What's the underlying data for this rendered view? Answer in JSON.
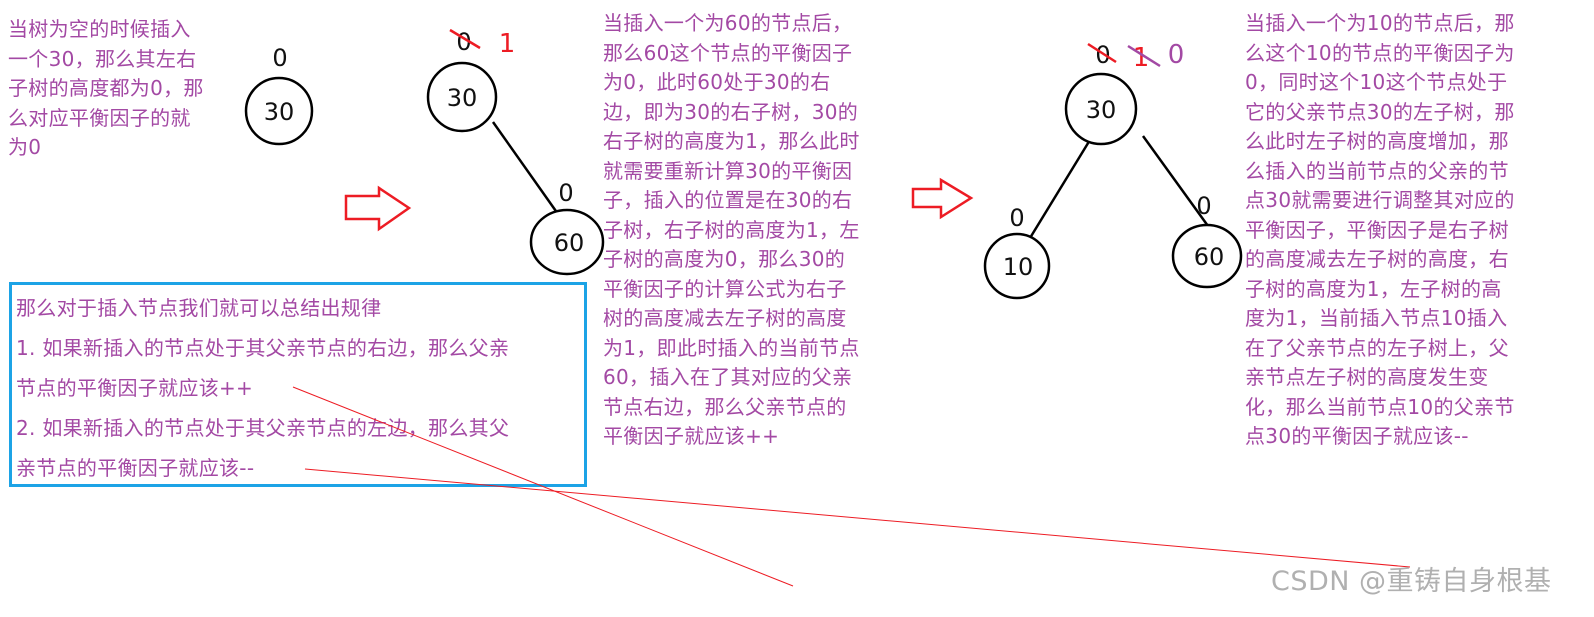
{
  "paragraphs": {
    "empty_tree": {
      "lines": [
        "当树为空的时候插入",
        "一个30，那么其左右",
        "子树的高度都为0，那",
        "么对应平衡因子的就",
        "为0"
      ]
    },
    "insert_60": {
      "lines": [
        "当插入一个为60的节点后，",
        "那么60这个节点的平衡因子",
        "为0，此时60处于30的右",
        "边，即为30的右子树，30的",
        "右子树的高度为1，那么此时",
        "就需要重新计算30的平衡因",
        "子，插入的位置是在30的右",
        "子树，右子树的高度为1，左",
        "子树的高度为0，那么30的",
        "平衡因子的计算公式为右子",
        "树的高度减去左子树的高度",
        "为1，即此时插入的当前节点",
        "60，插入在了其对应的父亲",
        "节点右边，那么父亲节点的",
        "平衡因子就应该++"
      ]
    },
    "insert_10": {
      "lines": [
        "当插入一个为10的节点后，那",
        "么这个10的节点的平衡因子为",
        "0，同时这个10这个节点处于",
        "它的父亲节点30的左子树，那",
        "么此时左子树的高度增加，那",
        "么插入的当前节点的父亲的节",
        "点30就需要进行调整其对应的",
        "平衡因子，平衡因子是右子树",
        "的高度减去左子树的高度，右",
        "子树的高度为1，左子树的高",
        "度为1，当前插入节点10插入",
        "在了父亲节点的左子树上，父",
        "亲节点左子树的高度发生变",
        "化，那么当前节点10的父亲节",
        "点30的平衡因子就应该--"
      ]
    }
  },
  "rule_box": {
    "lines": [
      "那么对于插入节点我们就可以总结出规律",
      "1. 如果新插入的节点处于其父亲节点的右边，那么父亲",
      "节点的平衡因子就应该++",
      "2. 如果新插入的节点处于其父亲节点的左边，那么其父",
      "亲节点的平衡因子就应该--"
    ]
  },
  "trees": {
    "tree1": {
      "nodes": [
        {
          "value": "30",
          "balance_factor": "0"
        }
      ]
    },
    "tree2": {
      "nodes": [
        {
          "value": "30",
          "balance_factor_old": "0",
          "balance_factor_new": "1"
        },
        {
          "value": "60",
          "balance_factor": "0"
        }
      ]
    },
    "tree3": {
      "nodes": [
        {
          "value": "30",
          "balance_factor_old": "0",
          "balance_factor_mid": "1",
          "balance_factor_new": "0"
        },
        {
          "value": "10",
          "balance_factor": "0"
        },
        {
          "value": "60",
          "balance_factor": "0"
        }
      ]
    }
  },
  "watermark": "CSDN @重铸自身根基",
  "colors": {
    "text": "#a349a4",
    "arrow": "#ed1c24",
    "box_border": "#1ca3e6",
    "node_stroke": "#000000",
    "strike_red": "#ed1c24",
    "strike_purple": "#a349a4"
  }
}
